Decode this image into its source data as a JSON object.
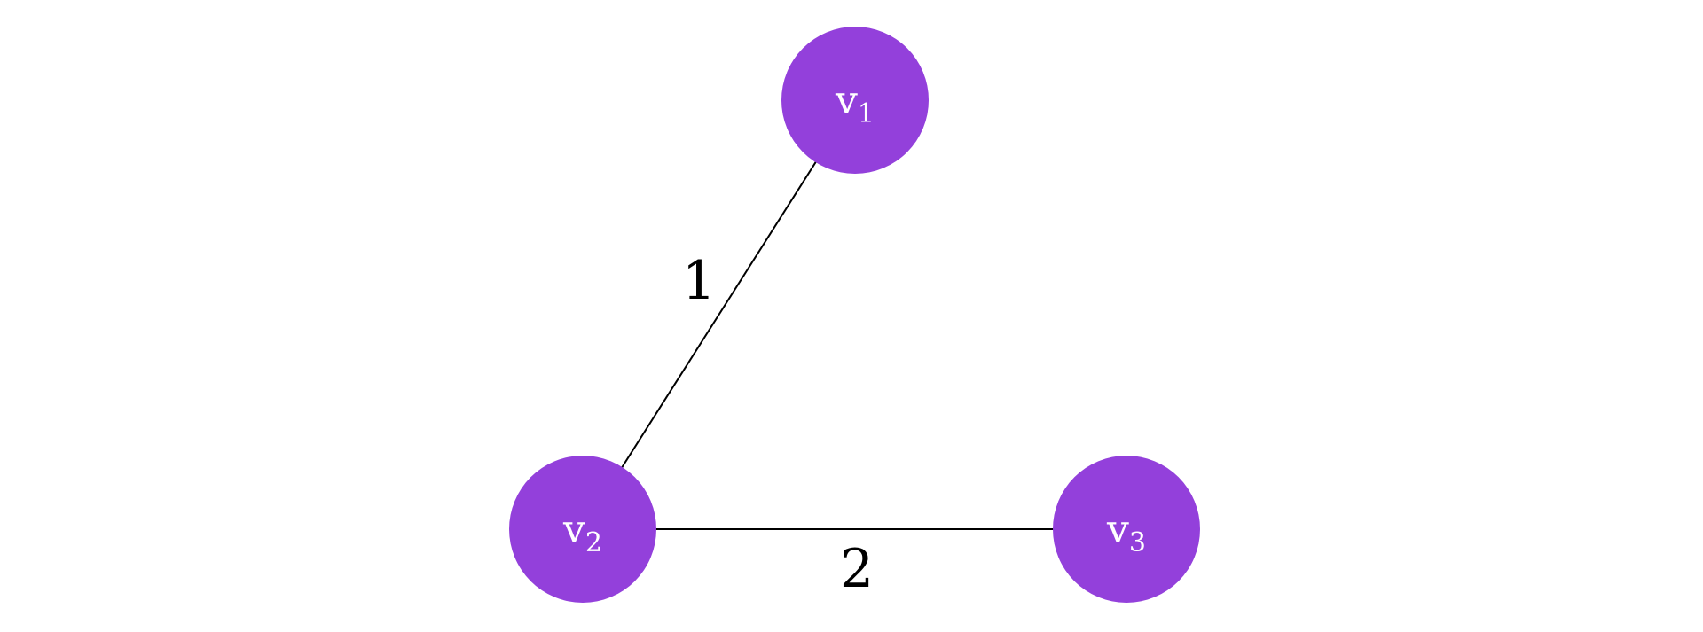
{
  "colors": {
    "node_fill": "#9340db",
    "node_text": "#ffffff",
    "edge": "#000000",
    "edge_label": "#000000",
    "background": "#ffffff"
  },
  "nodes": [
    {
      "id": "v1",
      "letter": "v",
      "subscript": "1"
    },
    {
      "id": "v2",
      "letter": "v",
      "subscript": "2"
    },
    {
      "id": "v3",
      "letter": "v",
      "subscript": "3"
    }
  ],
  "edges": [
    {
      "from": "v1",
      "to": "v2",
      "weight": "1"
    },
    {
      "from": "v2",
      "to": "v3",
      "weight": "2"
    }
  ]
}
